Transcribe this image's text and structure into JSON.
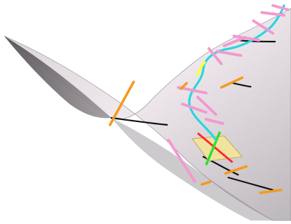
{
  "scene": {
    "background": "#ffffff",
    "surface": {
      "shape": "curved-sheet",
      "shading_light": "#f7f4f6",
      "shading_mid": "#cfc9cd",
      "shading_dark": "#6f6a6e",
      "edge_color": "#3a3a3a"
    },
    "colors": {
      "curve": "#28d6e0",
      "curve_highlight": "#ffff33",
      "pink": "#f29ad0",
      "orange": "#f39a1e",
      "black": "#111111",
      "red": "#ff2a2a",
      "green": "#2be12b",
      "patch": "#f2e2a0"
    },
    "counts": {
      "pink_segments": 12,
      "orange_segments": 6,
      "black_segments": 5
    }
  }
}
